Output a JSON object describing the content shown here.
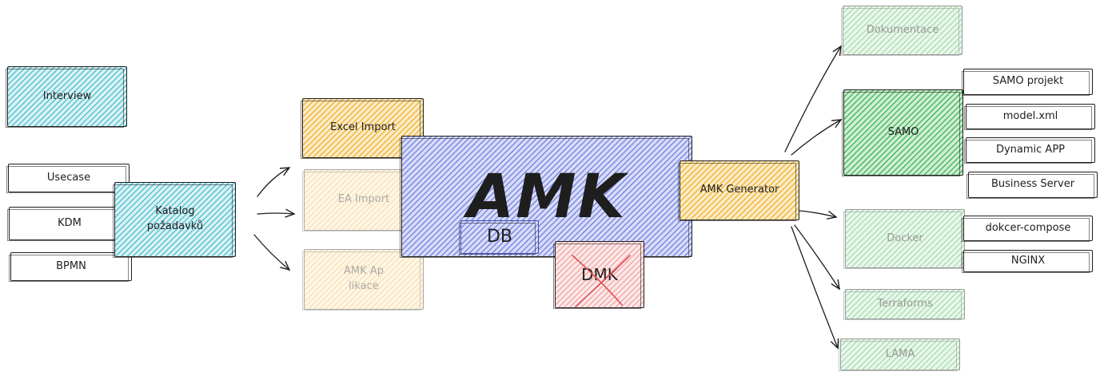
{
  "nodes": {
    "interview": "Interview",
    "usecase": "Usecase",
    "kdm": "KDM",
    "bpmn": "BPMN",
    "katalog": "Katalog\npožadavků",
    "excel_import": "Excel Import",
    "ea_import": "EA Import",
    "amk_aplikace": "AMK Ap\nlikace",
    "amk": "AMK",
    "db": "DB",
    "dmk": "DMK",
    "amk_generator": "AMK Generator",
    "dokumentace": "Dokumentace",
    "samo": "SAMO",
    "samo_projekt": "SAMO projekt",
    "model_xml": "model.xml",
    "dynamic_app": "Dynamic APP",
    "business_server": "Business Server",
    "docker": "Docker",
    "docker_compose": "dokcer-compose",
    "nginx": "NGINX",
    "terraforms": "Terraforms",
    "lama": "LAMA"
  },
  "colors": {
    "teal": "#56c2d0",
    "orange": "#f2b33a",
    "blue": "#7b88e3",
    "green": "#48b95c",
    "red_cross": "#e05050",
    "stroke": "#1e1e1e"
  }
}
